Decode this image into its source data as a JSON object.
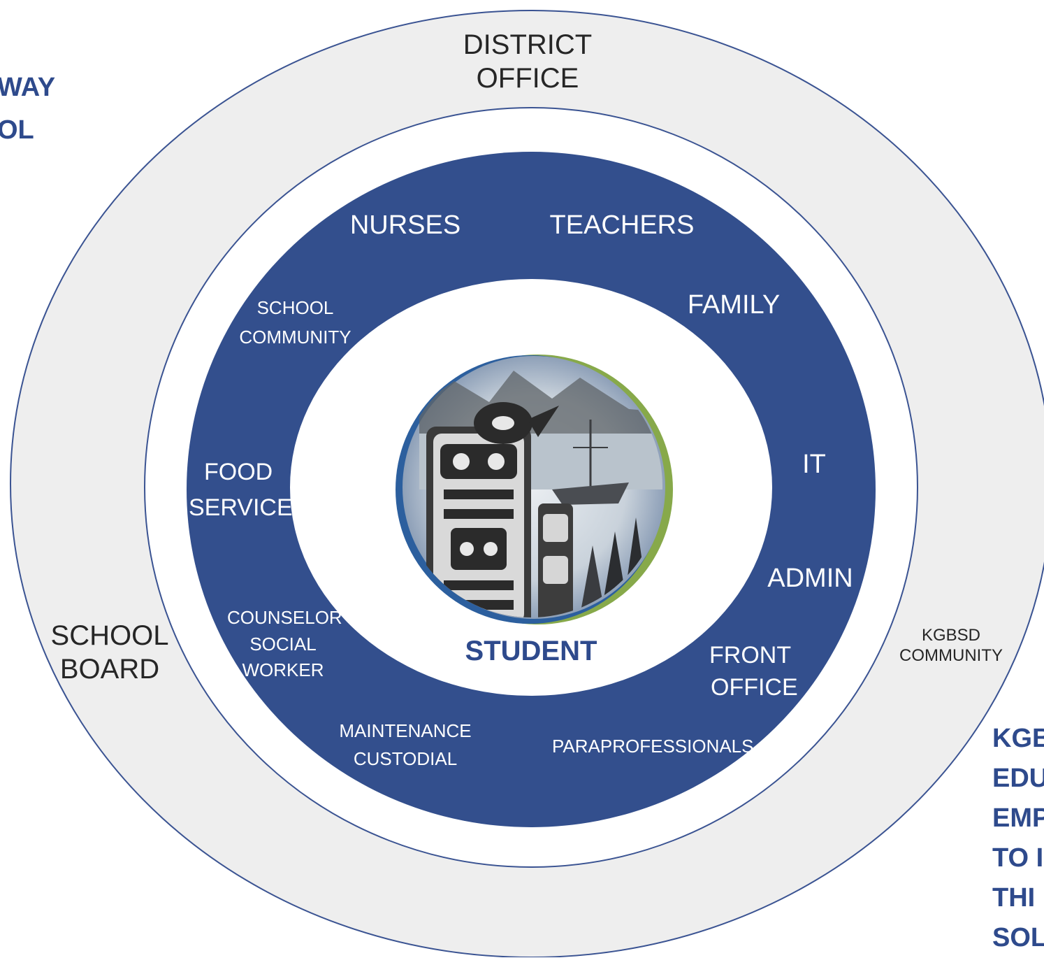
{
  "rings": {
    "outer": {
      "top_label": [
        "DISTRICT",
        "OFFICE"
      ],
      "left_label": [
        "SCHOOL",
        "BOARD"
      ],
      "right_label": [
        "KGBSD",
        "COMMUNITY"
      ]
    },
    "middle": {
      "top": [
        "NURSES",
        "TEACHERS"
      ],
      "family": "FAMILY",
      "it": "IT",
      "admin": "ADMIN",
      "front_office": [
        "FRONT",
        "OFFICE"
      ],
      "paraprofessionals": "PARAPROFESSIONALS",
      "maintenance": [
        "MAINTENANCE",
        "CUSTODIAL"
      ],
      "counselor": [
        "COUNSELOR",
        "SOCIAL",
        "WORKER"
      ],
      "food_service": [
        "FOOD",
        "SERVICE"
      ],
      "school_community": [
        "SCHOOL",
        "COMMUNITY"
      ]
    },
    "center": {
      "label": "STUDENT",
      "emblem": "school-district-seal"
    }
  },
  "left_slogan_fragment": [
    "WAY",
    "OL"
  ],
  "right_slogan_fragment": [
    "KGB",
    "EDU",
    "EMP",
    "TO I",
    "THI",
    "SOL"
  ],
  "colors": {
    "outer_ring": "#eeeeee",
    "ring_stroke": "#3a5392",
    "middle_ring": "#334f8d",
    "center": "#ffffff",
    "accent_blue": "#2e4a8c"
  }
}
